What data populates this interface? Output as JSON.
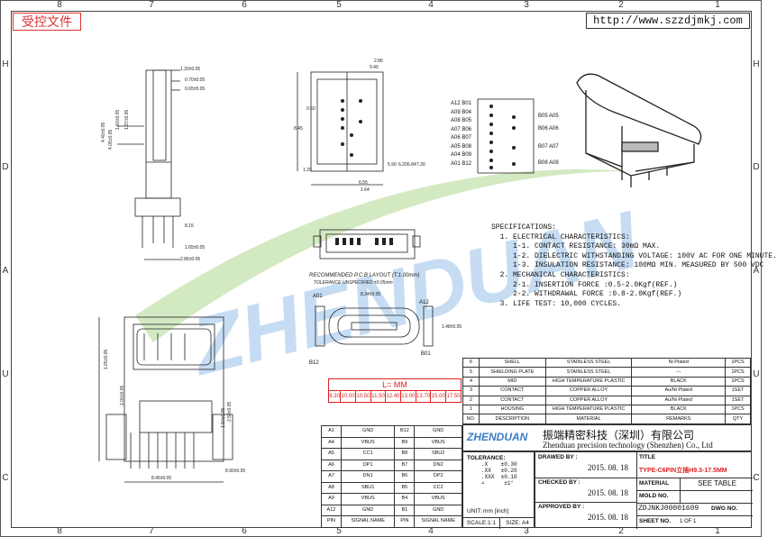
{
  "header": {
    "stamp": "受控文件",
    "url": "http://www.szzdjmkj.com"
  },
  "border": {
    "columns": [
      "8",
      "7",
      "6",
      "5",
      "4",
      "3",
      "2",
      "1"
    ],
    "rows": [
      "H",
      "D",
      "A",
      "U",
      "C"
    ]
  },
  "drawing": {
    "side_dims": [
      "1.20±0.05",
      "0.70±0.05",
      "0.65±0.05",
      "4.40±0.05",
      "4.05±0.05",
      "1.60±0.05",
      "1.37±0.05",
      "1.65±0.05",
      "2.86±0.05",
      "8.15"
    ],
    "top_dims": [
      "2.86",
      "0.40",
      "0.50",
      "8.45",
      "1.20",
      "6.55",
      "1.64",
      "5.90",
      "6.20",
      "6.84",
      "7.30"
    ],
    "front_dims": [
      "8.34±0.05",
      "1.48±0.05"
    ],
    "bottom_dims": [
      "1.65±0.05",
      "2.00±0.05",
      "2.50±0.05",
      "1.50±0.05",
      "8.45±0.05",
      "8.90±0.05"
    ],
    "pcb_title": "RECOMMENDED P.C.B LAYOUT (T:1.00mm)",
    "pcb_tol": "TOLERANCE UNSPECIFIED ±0.05mm",
    "a_left_pins": [
      "A12 B01",
      "A09 B04",
      "A08 B05",
      "A07 B06",
      "A06 B07",
      "A05 B08",
      "A04 B09",
      "A01 B12"
    ],
    "b_right_pins": [
      "B05 A05",
      "B06 A06",
      "B07 A07",
      "B08 A08"
    ],
    "front_labels": [
      "A01",
      "A12",
      "B12",
      "B01"
    ]
  },
  "specs": [
    "SPECIFICATIONS:",
    "  1. ELECTRICAL CHARACTERISTICS:",
    "     1-1. CONTACT RESISTANCE: 30mΩ MAX.",
    "     1-2. DIELECTRIC WITHSTANDING VOLTAGE: 100V AC FOR ONE MINUTE.",
    "     1-3. INSULATION RESISTANCE: 100MΩ MIN. MEASURED BY 500 VDC",
    "  2. MECHANICAL CHARACTERISTICS:",
    "     2-1. INSERTION FORCE :0.5-2.0Kgf(REF.)",
    "     2-2. WITHDRAWAL FORCE :0.8-2.0Kgf(REF.)",
    "  3. LIFE TEST: 10,000 CYCLES."
  ],
  "length_table": {
    "title": "L=     MM",
    "values": [
      "9.30",
      "10.00",
      "10.50",
      "11.50",
      "12.40",
      "13.00",
      "13.70",
      "15.00",
      "17.50"
    ]
  },
  "bom": {
    "rows": [
      [
        "6",
        "SHELL",
        "STAINLESS STEEL",
        "Ni Plated",
        "1PCS"
      ],
      [
        "5",
        "SHIELDING PLATE",
        "STAINLESS STEEL",
        "---",
        "1PCS"
      ],
      [
        "4",
        "MID",
        "HIGH TEMPERATURE PLASTIC",
        "BLACK",
        "1PCS"
      ],
      [
        "3",
        "CONTACT",
        "COPPER ALLOY",
        "Au/Ni Plated",
        "1SET"
      ],
      [
        "2",
        "CONTACT",
        "COPPER ALLOY",
        "Au/Ni Plated",
        "1SET"
      ],
      [
        "1",
        "HOUSING",
        "HIGH TEMPERATURE PLASTIC",
        "BLACK",
        "1PCS"
      ]
    ],
    "header": [
      "NO.",
      "DESCRIPTION",
      "MATERIAL",
      "REMARKS",
      "QTY"
    ]
  },
  "pins": {
    "rows": [
      [
        "A1",
        "GND",
        "B12",
        "GND"
      ],
      [
        "A4",
        "VBUS",
        "B9",
        "VBUS"
      ],
      [
        "A5",
        "CC1",
        "B8",
        "SBU2"
      ],
      [
        "A6",
        "DP1",
        "B7",
        "DN2"
      ],
      [
        "A7",
        "DN1",
        "B6",
        "DP2"
      ],
      [
        "A8",
        "SBU1",
        "B5",
        "CC2"
      ],
      [
        "A9",
        "VBUS",
        "B4",
        "VBUS"
      ],
      [
        "A12",
        "GND",
        "B1",
        "GND"
      ]
    ],
    "header": [
      "PIN",
      "SIGNAL NAME",
      "PIN",
      "SIGNAL NAME"
    ]
  },
  "title_block": {
    "logo": "ZHENDUAN",
    "company_cn": "振端精密科技（深圳）有限公司",
    "company_en": "Zhenduan precision technology (Shenzhen) Co., Ltd",
    "tolerance_label": "TOLERANCE:",
    "tolerances": [
      ".X    ±0.30",
      ".XX   ±0.20",
      ".XXX  ±0.10",
      "∠      ±1°"
    ],
    "unit": "UNIT: mm [inch]",
    "scale": "SCALE:1:1",
    "size": "SIZE: A4",
    "drawn_by": "DRAWED BY :",
    "checked_by": "CHECKED BY :",
    "approved_by": "APPROVED BY :",
    "date1": "2015. 08. 18",
    "date2": "2015. 08. 18",
    "date3": "2015. 08. 18",
    "title_label": "TITLE",
    "title_value": "TYPE-C6PIN立插H9.3-17.5MM",
    "mat_label": "MATERIAL",
    "mat_value": "SEE TABLE",
    "mold_label": "MOLD NO.",
    "part_value": "ZDJNKJ00001609",
    "dwg_label": "DWG NO.",
    "sheet_label": "SHEET NO.",
    "sheet_value": "1 OF 1"
  },
  "colors": {
    "stamp": "#dd3333",
    "watermark": "#7fb3e6",
    "watermark2": "#9fd07a",
    "table_red": "#dd2222"
  }
}
